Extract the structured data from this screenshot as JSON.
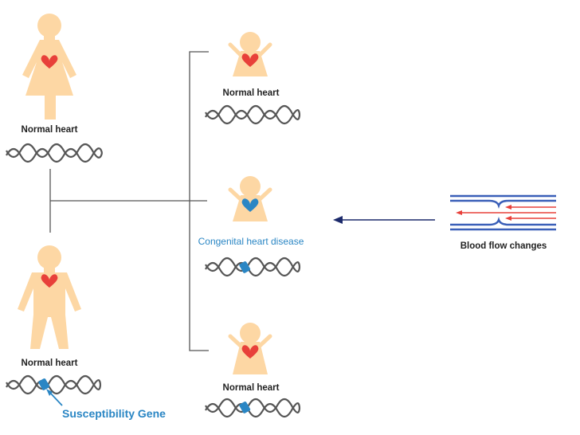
{
  "colors": {
    "skin": "#fdd7a4",
    "heart_normal": "#e8403a",
    "heart_disease": "#2a86c4",
    "gene_marker": "#2a86c4",
    "dna": "#555555",
    "line": "#555555",
    "arrow": "#1c2a6b",
    "vessel_blue": "#3a5fb8",
    "vessel_red": "#e8403a"
  },
  "parents": {
    "mother": {
      "label": "Normal heart",
      "heart": "normal",
      "has_gene": false
    },
    "father": {
      "label": "Normal heart",
      "heart": "normal",
      "has_gene": true
    }
  },
  "children": [
    {
      "label": "Normal heart",
      "heart": "normal",
      "has_gene": false
    },
    {
      "label": "Congenital heart disease",
      "heart": "disease",
      "has_gene": true
    },
    {
      "label": "Normal heart",
      "heart": "normal",
      "has_gene": true
    }
  ],
  "gene_annotation": "Susceptibility Gene",
  "blood_flow_label": "Blood flow changes"
}
